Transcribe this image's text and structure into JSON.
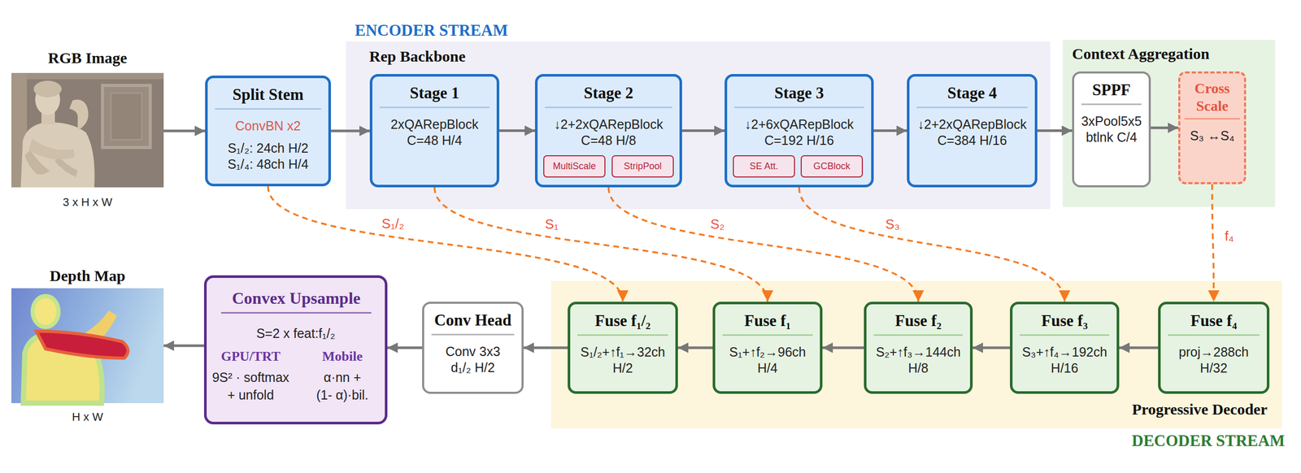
{
  "diagram": {
    "nodes": [
      {
        "text": [
          "RGB Image",
          "3 x H x W"
        ]
      },
      {
        "text": [
          "Split Stem",
          "ConvBN x2",
          "S₁/₂: 24ch H/2",
          "S₁/₄: 48ch H/4"
        ]
      },
      {
        "text": [
          "Rep Backbone"
        ]
      },
      {
        "text": [
          "Stage 1",
          "2xQARepBlock",
          "C=48 H/4"
        ],
        "in": 2
      },
      {
        "text": [
          "Stage 2",
          "↓2+2xQARepBlock",
          "C=48 H/8"
        ],
        "in": 2
      },
      {
        "text": [
          "MultiScale"
        ],
        "in": 4
      },
      {
        "text": [
          "StripPool"
        ],
        "in": 4
      },
      {
        "text": [
          "Stage 3",
          "↓2+6xQARepBlock",
          "C=192 H/16"
        ],
        "in": 2
      },
      {
        "text": [
          "SE Att."
        ],
        "in": 7
      },
      {
        "text": [
          "GCBlock"
        ],
        "in": 7
      },
      {
        "text": [
          "Stage 4",
          "↓2+2xQARepBlock",
          "C=384 H/16"
        ],
        "in": 2
      },
      {
        "text": [
          "Context Aggregation"
        ]
      },
      {
        "text": [
          "SPPF",
          "3xPool5x5",
          "btlnk C/4"
        ],
        "in": 11
      },
      {
        "text": [
          "Cross Scale",
          "S₃ ↔S₄"
        ],
        "in": 11
      },
      {
        "text": [
          "Depth Map",
          "H x W"
        ]
      },
      {
        "text": [
          "Convex Upsample",
          "S=2 x feat:f₁/₂",
          "GPU/TRT",
          "9S² · softmax",
          "+ unfold",
          "Mobile",
          "α·nn +",
          "(1- α)·bil."
        ]
      },
      {
        "text": [
          "Conv Head",
          "Conv 3x3",
          "d₁/₂ H/2"
        ]
      },
      {
        "text": [
          "Progressive Decoder"
        ]
      },
      {
        "text": [
          "Fuse f₁/₂",
          "S₁/₂+↑f₁→32ch",
          "H/2"
        ],
        "in": 17
      },
      {
        "text": [
          "Fuse f₁",
          "S₁+↑f₂→96ch",
          "H/4"
        ],
        "in": 17
      },
      {
        "text": [
          "Fuse f₂",
          "S₂+↑f₃→144ch",
          "H/8"
        ],
        "in": 17
      },
      {
        "text": [
          "Fuse f₃",
          "S₃+↑f₄→192ch",
          "H/16"
        ],
        "in": 17
      },
      {
        "text": [
          "Fuse f₄",
          "proj→288ch",
          "H/32"
        ],
        "in": 17
      }
    ],
    "edges": [
      {
        "from": 0,
        "to": 1,
        "arrow": "to"
      },
      {
        "from": 1,
        "to": 3,
        "arrow": "to"
      },
      {
        "from": 3,
        "to": 4,
        "arrow": "to"
      },
      {
        "from": 4,
        "to": 7,
        "arrow": "to"
      },
      {
        "from": 7,
        "to": 10,
        "arrow": "to"
      },
      {
        "from": 10,
        "to": 12,
        "arrow": "to"
      },
      {
        "from": 12,
        "to": 13,
        "arrow": "to"
      },
      {
        "from": 1,
        "to": 18,
        "label": "S₁/₂",
        "arrow": "to"
      },
      {
        "from": 3,
        "to": 19,
        "label": "S₁",
        "arrow": "to"
      },
      {
        "from": 4,
        "to": 20,
        "label": "S₂",
        "arrow": "to"
      },
      {
        "from": 7,
        "to": 21,
        "label": "S₃",
        "arrow": "to"
      },
      {
        "from": 13,
        "to": 22,
        "label": "f₄",
        "arrow": "to"
      },
      {
        "from": 22,
        "to": 21,
        "arrow": "to"
      },
      {
        "from": 21,
        "to": 20,
        "arrow": "to"
      },
      {
        "from": 20,
        "to": 19,
        "arrow": "to"
      },
      {
        "from": 19,
        "to": 18,
        "arrow": "to"
      },
      {
        "from": 18,
        "to": 16,
        "arrow": "to"
      },
      {
        "from": 16,
        "to": 15,
        "arrow": "to"
      },
      {
        "from": 15,
        "to": 14,
        "arrow": "to"
      }
    ],
    "labels": [
      "ENCODER STREAM",
      "DECODER STREAM"
    ]
  }
}
